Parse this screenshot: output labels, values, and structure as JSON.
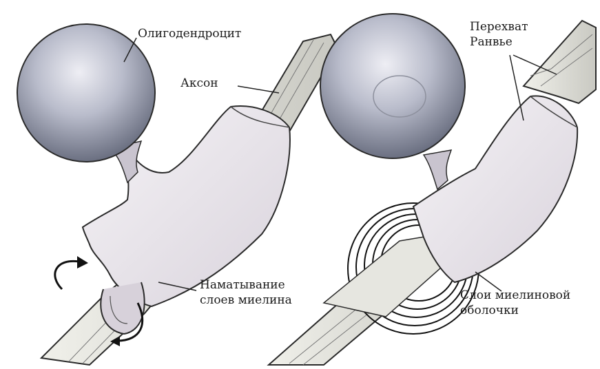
{
  "labels": {
    "oligodendrocyte": "Олигодендроцит",
    "axon": "Аксон",
    "wrapping_line1": "Наматывание",
    "wrapping_line2": "слоев миелина",
    "node_line1": "Перехват",
    "node_line2": "Ранвье",
    "sheath_line1": "Слои миелиновой",
    "sheath_line2": "оболочки"
  },
  "colors": {
    "cell_body": "#9aa3b5",
    "membrane": "#ece8ee",
    "axon": "#e2e2dc",
    "outline": "#2a2a2a"
  }
}
